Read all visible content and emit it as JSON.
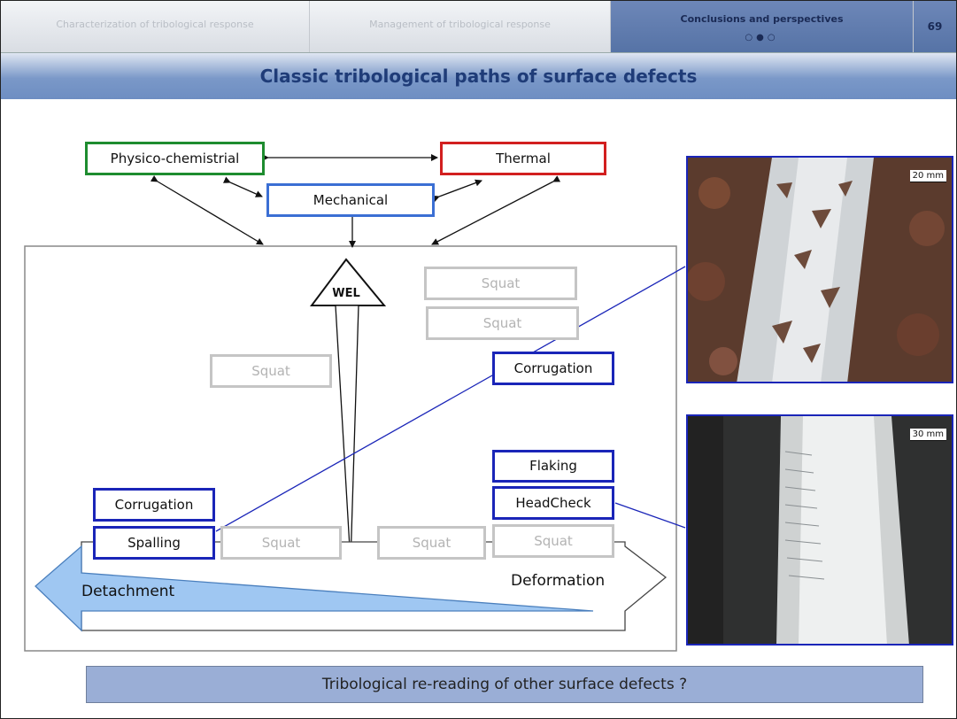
{
  "nav": {
    "sections": [
      {
        "label": "Characterization of tribological response"
      },
      {
        "label": "Management of tribological response"
      },
      {
        "label": "Conclusions and perspectives"
      }
    ],
    "dots": "○●○",
    "page_number": "69"
  },
  "title": "Classic tribological paths of surface defects",
  "diagram": {
    "physico": "Physico-chemistrial",
    "thermal": "Thermal",
    "mechanical": "Mechanical",
    "wel": "WEL",
    "squats": [
      "Squat",
      "Squat",
      "Squat",
      "Squat",
      "Squat",
      "Squat"
    ],
    "corrugation_right": "Corrugation",
    "corrugation_left": "Corrugation",
    "spalling": "Spalling",
    "flaking": "Flaking",
    "headcheck": "HeadCheck",
    "detachment": "Detachment",
    "deformation": "Deformation"
  },
  "photos": {
    "top_scale": "20 mm",
    "bottom_scale": "30 mm"
  },
  "footer": "Tribological re-reading of other surface defects ?",
  "colors": {
    "accent": "#6d87b8",
    "title_text": "#1f3c78",
    "link_blue": "#1a25b8"
  }
}
